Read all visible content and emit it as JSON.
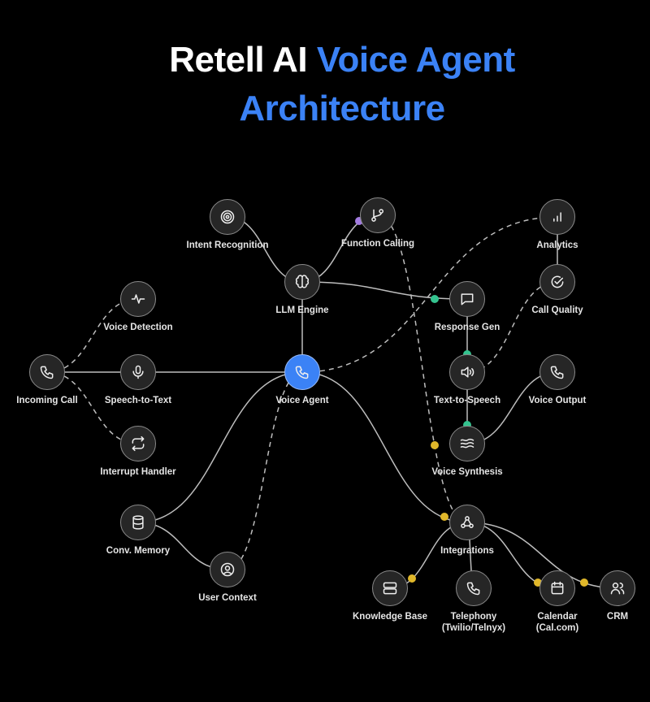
{
  "title": {
    "part1": "Retell AI ",
    "part2": "Voice Agent",
    "line2": "Architecture"
  },
  "colors": {
    "accent": "#3b82f6",
    "green": "#34c38f",
    "yellow": "#e0b72a",
    "purple": "#a27be0"
  },
  "nodes": [
    {
      "id": "intent",
      "label": "Intent Recognition",
      "icon": "target-icon"
    },
    {
      "id": "function",
      "label": "Function Calling",
      "icon": "git-branch-icon"
    },
    {
      "id": "analytics",
      "label": "Analytics",
      "icon": "bar-chart-icon"
    },
    {
      "id": "llm",
      "label": "LLM Engine",
      "icon": "brain-icon"
    },
    {
      "id": "response",
      "label": "Response Gen",
      "icon": "message-square-icon"
    },
    {
      "id": "quality",
      "label": "Call Quality",
      "icon": "check-circle-icon"
    },
    {
      "id": "vad",
      "label": "Voice Detection",
      "icon": "activity-icon"
    },
    {
      "id": "incoming",
      "label": "Incoming Call",
      "icon": "phone-icon"
    },
    {
      "id": "stt",
      "label": "Speech-to-Text",
      "icon": "mic-icon"
    },
    {
      "id": "agent",
      "label": "Voice Agent",
      "icon": "phone-icon",
      "primary": true
    },
    {
      "id": "tts",
      "label": "Text-to-Speech",
      "icon": "speaker-icon"
    },
    {
      "id": "output",
      "label": "Voice Output",
      "icon": "phone-icon"
    },
    {
      "id": "interrupt",
      "label": "Interrupt Handler",
      "icon": "repeat-icon"
    },
    {
      "id": "synthesis",
      "label": "Voice Synthesis",
      "icon": "waves-icon"
    },
    {
      "id": "memory",
      "label": "Conv. Memory",
      "icon": "database-icon"
    },
    {
      "id": "integrations",
      "label": "Integrations",
      "icon": "webhook-icon"
    },
    {
      "id": "context",
      "label": "User Context",
      "icon": "user-circle-icon"
    },
    {
      "id": "kb",
      "label": "Knowledge Base",
      "icon": "server-icon"
    },
    {
      "id": "telephony",
      "label": "Telephony\n(Twilio/Telnyx)",
      "icon": "phone-icon"
    },
    {
      "id": "calendar",
      "label": "Calendar\n(Cal.com)",
      "icon": "calendar-icon"
    },
    {
      "id": "crm",
      "label": "CRM",
      "icon": "users-icon"
    }
  ],
  "edges": [
    {
      "from": "intent",
      "to": "llm",
      "dashed": false
    },
    {
      "from": "function",
      "to": "llm",
      "dashed": false
    },
    {
      "from": "llm",
      "to": "agent",
      "dashed": false
    },
    {
      "from": "llm",
      "to": "response",
      "dashed": false
    },
    {
      "from": "agent",
      "to": "analytics",
      "dashed": true
    },
    {
      "from": "analytics",
      "to": "quality",
      "dashed": false
    },
    {
      "from": "quality",
      "to": "tts",
      "dashed": true
    },
    {
      "from": "response",
      "to": "tts",
      "dashed": false
    },
    {
      "from": "tts",
      "to": "synthesis",
      "dashed": false
    },
    {
      "from": "synthesis",
      "to": "output",
      "dashed": false
    },
    {
      "from": "function",
      "to": "integrations",
      "dashed": true
    },
    {
      "from": "incoming",
      "to": "vad",
      "dashed": true
    },
    {
      "from": "incoming",
      "to": "stt",
      "dashed": false
    },
    {
      "from": "incoming",
      "to": "interrupt",
      "dashed": true
    },
    {
      "from": "stt",
      "to": "agent",
      "dashed": false
    },
    {
      "from": "agent",
      "to": "integrations",
      "dashed": false
    },
    {
      "from": "agent",
      "to": "memory",
      "dashed": false
    },
    {
      "from": "agent",
      "to": "context",
      "dashed": true
    },
    {
      "from": "memory",
      "to": "context",
      "dashed": false
    },
    {
      "from": "integrations",
      "to": "kb",
      "dashed": false
    },
    {
      "from": "integrations",
      "to": "telephony",
      "dashed": false
    },
    {
      "from": "integrations",
      "to": "calendar",
      "dashed": false
    },
    {
      "from": "integrations",
      "to": "crm",
      "dashed": false
    }
  ],
  "signals": [
    {
      "color": "green"
    },
    {
      "color": "green"
    },
    {
      "color": "green"
    },
    {
      "color": "yellow"
    },
    {
      "color": "yellow"
    },
    {
      "color": "yellow"
    },
    {
      "color": "yellow"
    },
    {
      "color": "yellow"
    },
    {
      "color": "purple"
    }
  ]
}
